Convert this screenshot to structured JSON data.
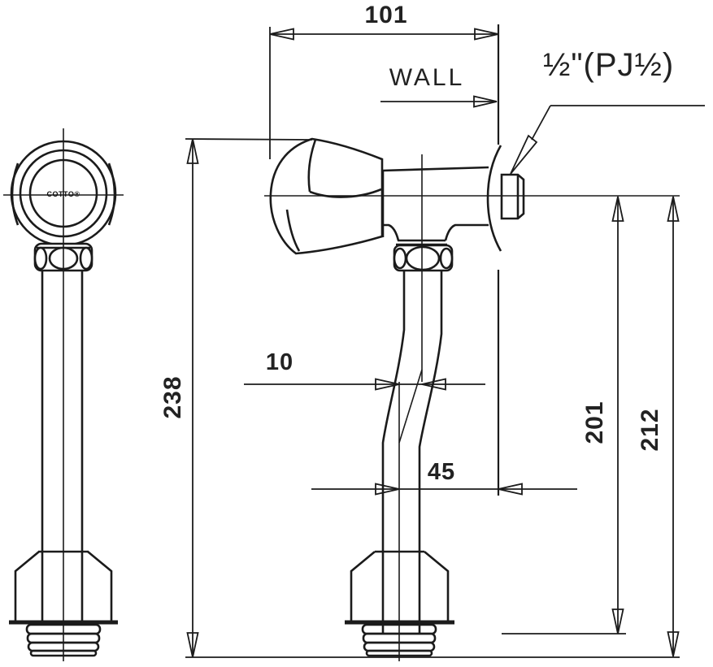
{
  "drawing": {
    "title": "flush-valve technical drawing, front and side views",
    "brand": "COTTO®",
    "labels": {
      "wall": "WALL",
      "thread_spec": "½\"(PJ½)"
    },
    "dimensions": {
      "top_width": "101",
      "total_height": "238",
      "pipe_offset": "10",
      "outlet_to_wall": "45",
      "center_to_pipe_end": "201",
      "center_to_bottom": "212"
    },
    "colors": {
      "line": "#1b1b1b",
      "background": "#ffffff"
    }
  }
}
